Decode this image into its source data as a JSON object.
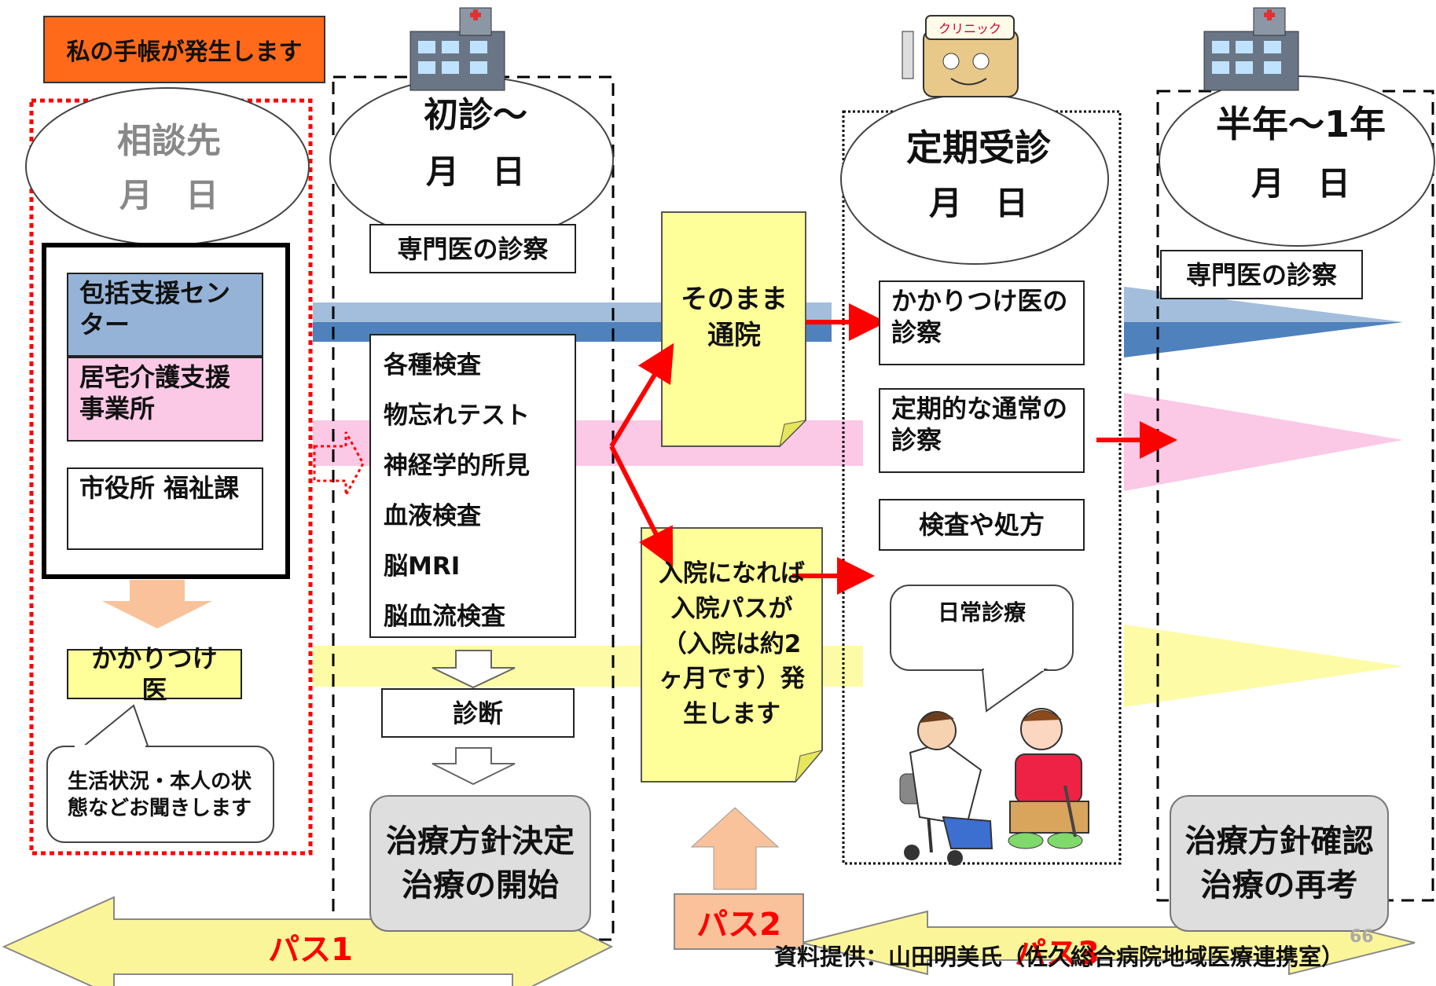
{
  "colors": {
    "orange_header": "#ff6a1a",
    "blue_band": "#4f81bd",
    "pink_band": "#fbc8e6",
    "yellow_band": "#fdfba6",
    "note_yellow": "#ffff99",
    "arrow_yellow": "#fbf59a",
    "arrow_peach": "#f9c29a",
    "red": "#ff0000",
    "gray_box": "#dedede"
  },
  "header": {
    "label": "私の手帳が発生します"
  },
  "col1": {
    "title": "相談先",
    "date": "月　日",
    "items": [
      "包括支援センター",
      "居宅介護支援事業所",
      "市役所 福祉課"
    ],
    "family_doctor": "かかりつけ医",
    "bubble": "生活状況・本人の状態などお聞きします"
  },
  "col2": {
    "title": "初診～",
    "date": "月　日",
    "specialist": "専門医の診察",
    "tests": [
      "各種検査",
      "物忘れテスト",
      "神経学的所見",
      "血液検査",
      "脳MRI",
      "脳血流検査"
    ],
    "diagnosis": "診断",
    "plan": "治療方針決定\n治療の開始"
  },
  "notes": {
    "continue": "そのまま\n通院",
    "admission": "入院になれば入院パスが（入院は約2ヶ月です）発生します"
  },
  "col3": {
    "title": "定期受診",
    "date": "月　日",
    "items": [
      "かかりつけ医の診察",
      "定期的な通常の診察",
      "検査や処方"
    ],
    "bubble": "日常診療",
    "clinic_sign": "クリニック"
  },
  "col4": {
    "title": "半年～1年",
    "date": "月　日",
    "specialist": "専門医の診察",
    "review": "治療方針確認\n治療の再考"
  },
  "paths": {
    "path1": "パス1",
    "path2": "パス2",
    "path3": "パス3"
  },
  "footer": {
    "credit": "資料提供：山田明美氏（佐久総合病院地域医療連携室）",
    "page": "66"
  }
}
